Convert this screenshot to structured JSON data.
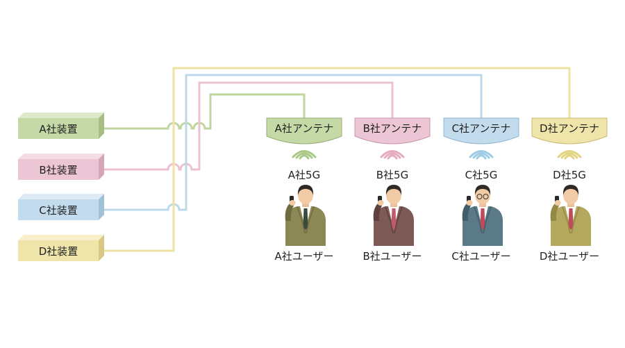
{
  "devices": [
    {
      "label": "A社装置",
      "fill": "#c5d9a6",
      "side": "#a6be84",
      "top": "#dde9c8",
      "wire": "#bfd6a0"
    },
    {
      "label": "B社装置",
      "fill": "#ecc6d5",
      "side": "#d6a5b9",
      "top": "#f5dde6",
      "wire": "#ecc2d2"
    },
    {
      "label": "C社装置",
      "fill": "#c3dced",
      "side": "#9fc2d9",
      "top": "#dbeaf5",
      "wire": "#bcd8ea"
    },
    {
      "label": "D社装置",
      "fill": "#efe4aa",
      "side": "#d8c883",
      "top": "#f6efca",
      "wire": "#eee3a3"
    }
  ],
  "antennas": [
    {
      "label": "A社アンテナ",
      "fill": "#c5d9a6",
      "stroke": "#95ad72",
      "signal": "#a9c784"
    },
    {
      "label": "B社アンテナ",
      "fill": "#ecc6d5",
      "stroke": "#c795aa",
      "signal": "#e5a9c0"
    },
    {
      "label": "C社アンテナ",
      "fill": "#c3dced",
      "stroke": "#8fb5cf",
      "signal": "#9ccbe6"
    },
    {
      "label": "D社アンテナ",
      "fill": "#efe4aa",
      "stroke": "#c8b874",
      "signal": "#e3d47f"
    }
  ],
  "networks": [
    "A社5G",
    "B社5G",
    "C社5G",
    "D社5G"
  ],
  "users": [
    {
      "label": "A社ユーザー",
      "suit": "#8c8855",
      "suit_dark": "#6f6b40",
      "tie": "#3a4a3a",
      "glasses": false
    },
    {
      "label": "B社ユーザー",
      "suit": "#7d5a55",
      "suit_dark": "#5e403c",
      "tie": "#c05a6a",
      "glasses": false
    },
    {
      "label": "C社ユーザー",
      "suit": "#5b7a87",
      "suit_dark": "#435e6a",
      "tie": "#c04a5a",
      "glasses": true
    },
    {
      "label": "D社ユーザー",
      "suit": "#b3a85e",
      "suit_dark": "#938944",
      "tie": "#c04a5a",
      "glasses": false
    }
  ]
}
